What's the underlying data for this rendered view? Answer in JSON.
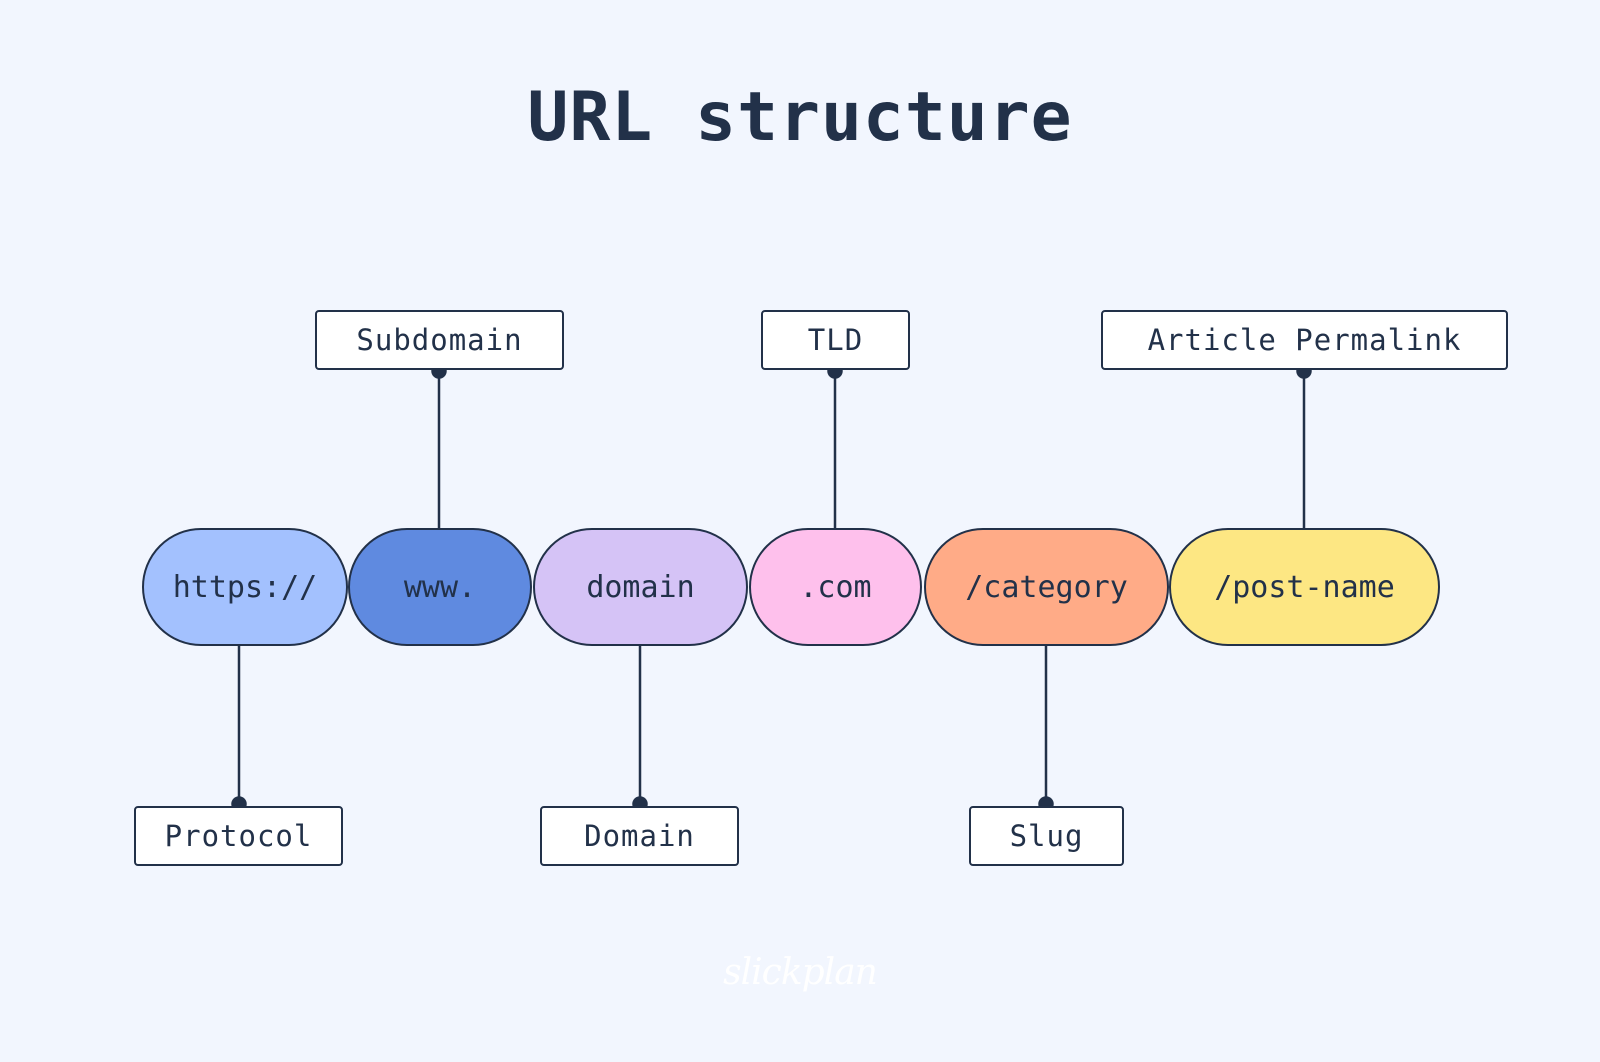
{
  "title": "URL structure",
  "segments": [
    {
      "text": "https://",
      "color": "#a3c1fe"
    },
    {
      "text": "www.",
      "color": "#5f8ae0"
    },
    {
      "text": "domain",
      "color": "#d5c3f6"
    },
    {
      "text": ".com",
      "color": "#fec0ec"
    },
    {
      "text": "/category",
      "color": "#ffab87"
    },
    {
      "text": "/post-name",
      "color": "#fde783"
    }
  ],
  "labels": {
    "subdomain": "Subdomain",
    "tld": "TLD",
    "article_permalink": "Article Permalink",
    "protocol": "Protocol",
    "domain": "Domain",
    "slug": "Slug"
  },
  "watermark": "slickplan"
}
